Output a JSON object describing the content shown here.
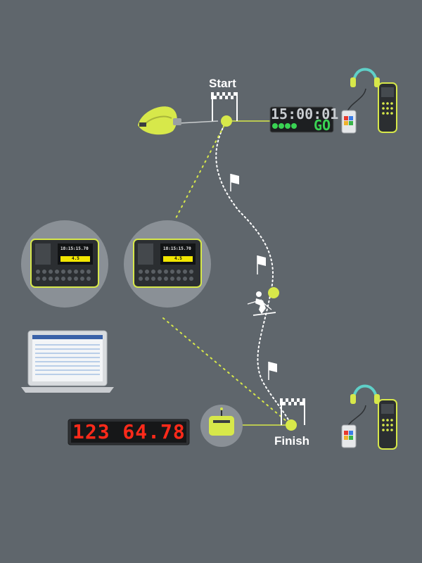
{
  "labels": {
    "start": "Start",
    "finish": "Finish"
  },
  "start_display": {
    "time": "15:00:01",
    "signal": "GO"
  },
  "finish_display": {
    "text": "123 64.78"
  },
  "timer_screen_text": {
    "time": "18:15:15.70",
    "value": "4.5"
  },
  "colors": {
    "background": "#5f666c",
    "accent": "#d7e84a",
    "led_red": "#ff2a1a",
    "led_green": "#39d353"
  }
}
